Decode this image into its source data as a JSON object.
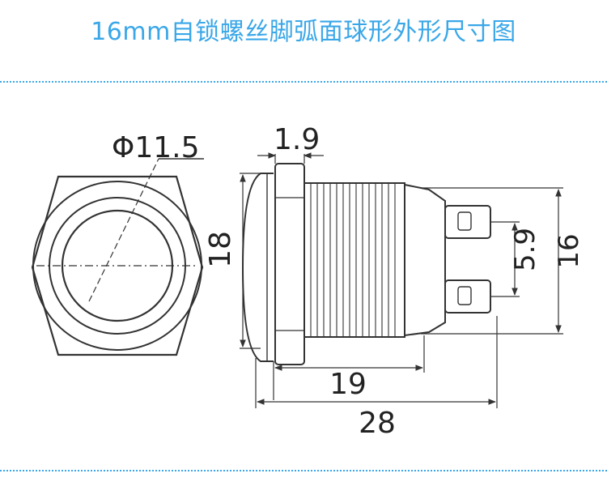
{
  "title": "16mm自锁螺丝脚弧面球形外形尺寸图",
  "dimensions": {
    "diameter": "Φ11.5",
    "flange_thickness": "1.9",
    "head_height": "18",
    "terminal_pitch": "5.9",
    "body_height": "16",
    "thread_length": "19",
    "total_length": "28"
  },
  "colors": {
    "title": "#3aa7e8",
    "divider": "#3aa7e8",
    "line": "#333333",
    "background": "#ffffff"
  }
}
